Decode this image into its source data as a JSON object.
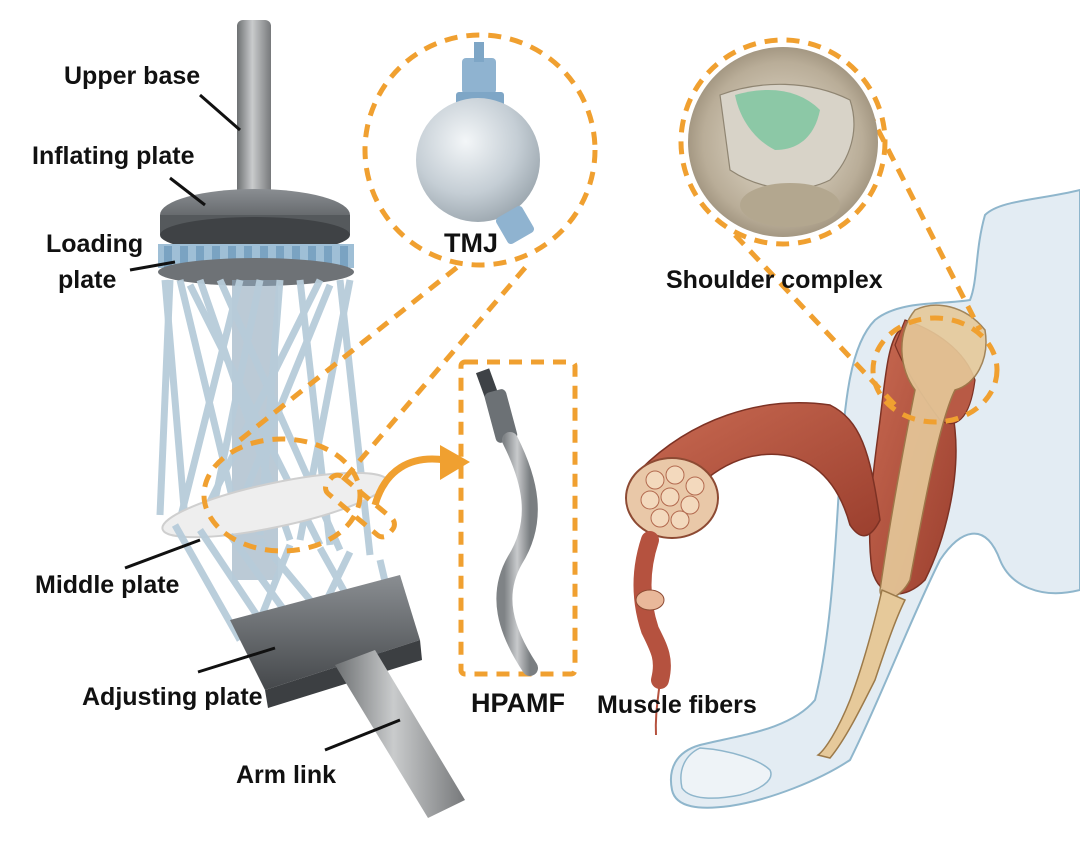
{
  "labels": {
    "upper_base": "Upper base",
    "inflating_plate": "Inflating plate",
    "loading_plate_1": "Loading",
    "loading_plate_2": "plate",
    "middle_plate": "Middle plate",
    "adjusting_plate": "Adjusting plate",
    "arm_link": "Arm link",
    "tmj": "TMJ",
    "hpamf": "HPAMF",
    "muscle_fibers": "Muscle fibers",
    "shoulder_complex": "Shoulder complex"
  },
  "colors": {
    "callout_orange": "#F0A030",
    "tube_blue": "#B7CCDA",
    "plate_gray": "#5E6266",
    "muscle_red": "#B5523F",
    "bone_tan": "#E6C99A",
    "skin_blue": "#E3ECF3"
  }
}
